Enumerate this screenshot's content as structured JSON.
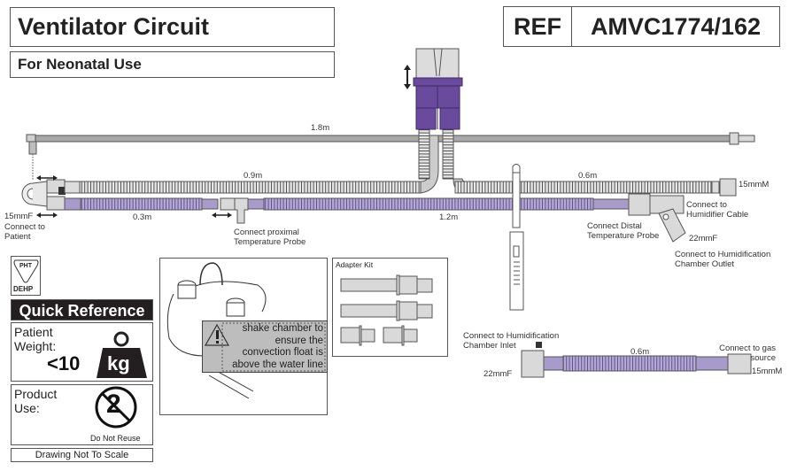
{
  "header": {
    "title": "Ventilator Circuit",
    "subtitle": "For Neonatal Use",
    "ref_label": "REF",
    "ref_code": "AMVC1774/162"
  },
  "circuit": {
    "top_tube_length": "1.8m",
    "expiratory_length": "0.9m",
    "inspiratory_patient_length": "0.3m",
    "inspiratory_heated_length": "1.2m",
    "right_tube_length": "0.6m",
    "patient_connector": "15mmF",
    "patient_label": "Connect to Patient",
    "proximal_probe_label": "Connect proximal Temperature Probe",
    "distal_probe_label": "Connect Distal Temperature Probe",
    "ventilator_connector": "15mmM",
    "humidifier_cable_label": "Connect to Humidifier Cable",
    "chamber_outlet_connector": "22mmF",
    "chamber_outlet_label": "Connect to Humidification Chamber Outlet"
  },
  "dry_line": {
    "inlet_label": "Connect to Humidification Chamber Inlet",
    "inlet_connector": "22mmF",
    "length": "0.6m",
    "gas_label": "Connect to gas source",
    "gas_connector": "15mmM"
  },
  "quick_reference": {
    "pht_badge": "PHT",
    "dehp_badge": "DEHP",
    "heading": "Quick Reference",
    "weight_label": "Patient Weight:",
    "weight_value": "<10",
    "weight_unit": "kg",
    "use_label": "Product Use:",
    "reuse_symbol": "2",
    "reuse_caption": "Do Not Reuse",
    "footer": "Drawing Not To Scale"
  },
  "chamber_panel": {
    "warning_text": "shake chamber to ensure the convection float is above the water line",
    "warning_lines": [
      "shake chamber to",
      "ensure the",
      "convection float is",
      "above the water line"
    ]
  },
  "adapter_kit": {
    "title": "Adapter Kit"
  },
  "colors": {
    "purple_tube": "#a79bcc",
    "purple_dark": "#6a4a9c",
    "grey_tube": "#bfbfbf",
    "connector": "#d9d9d9"
  }
}
